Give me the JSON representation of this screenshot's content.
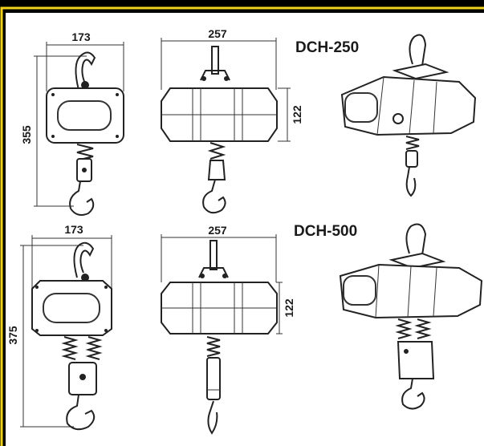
{
  "colors": {
    "background": "#000000",
    "sheet": "#ffffff",
    "yellow_border": "#f2d21a",
    "ink": "#222222"
  },
  "models": [
    {
      "name": "DCH-250",
      "front_width": "173",
      "front_height": "355",
      "side_width": "257",
      "side_height": "122"
    },
    {
      "name": "DCH-500",
      "front_width": "173",
      "front_height": "375",
      "side_width": "257",
      "side_height": "122"
    }
  ]
}
